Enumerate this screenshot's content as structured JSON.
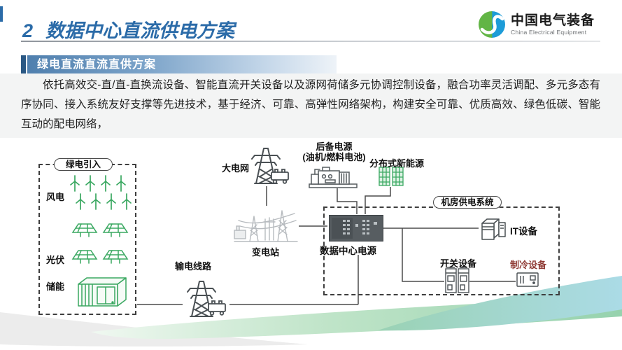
{
  "slide": {
    "number": "2",
    "title": "数据中心直流供电方案",
    "banner": "绿电直流直流直供方案",
    "paragraph": "依托高效交-直/直-直换流设备、智能直流开关设备以及源网荷储多元协调控制设备，融合功率灵活调配、多元多态有序协同、接入系统友好支撑等先进技术，基于经济、可靠、高弹性网络架构，构建安全可靠、优质高效、绿色低碳、智能互动的配电网络，"
  },
  "logo": {
    "cn": "中国电气装备",
    "en": "China Electrical Equipment"
  },
  "diagram": {
    "green_box": {
      "title": "绿电引入",
      "wind": "风电",
      "pv": "光伏",
      "storage": "储能"
    },
    "grid_label": "大电网",
    "backup_line1": "后备电源",
    "backup_line2": "(油机/燃料电池)",
    "distributed_label": "分布式新能源",
    "substation_label": "变电站",
    "transmission_label": "输电线路",
    "dc_power_label": "数据中心电源",
    "room_box_title": "机房供电系统",
    "it_label": "IT设备",
    "switch_label": "开关设备",
    "cooling_label": "制冷设备"
  },
  "colors": {
    "title_blue": "#2b6ba8",
    "banner_dark_bar": "#2a5884",
    "banner_gradient_start": "#4f7fae",
    "banner_gradient_end": "#eef3f8",
    "green_icon": "#3aa861",
    "cooling_label_red": "#8f3a34",
    "connector_gray": "#4b4b4b",
    "logo_green": "#62b545",
    "logo_blue": "#1d9cd8"
  }
}
